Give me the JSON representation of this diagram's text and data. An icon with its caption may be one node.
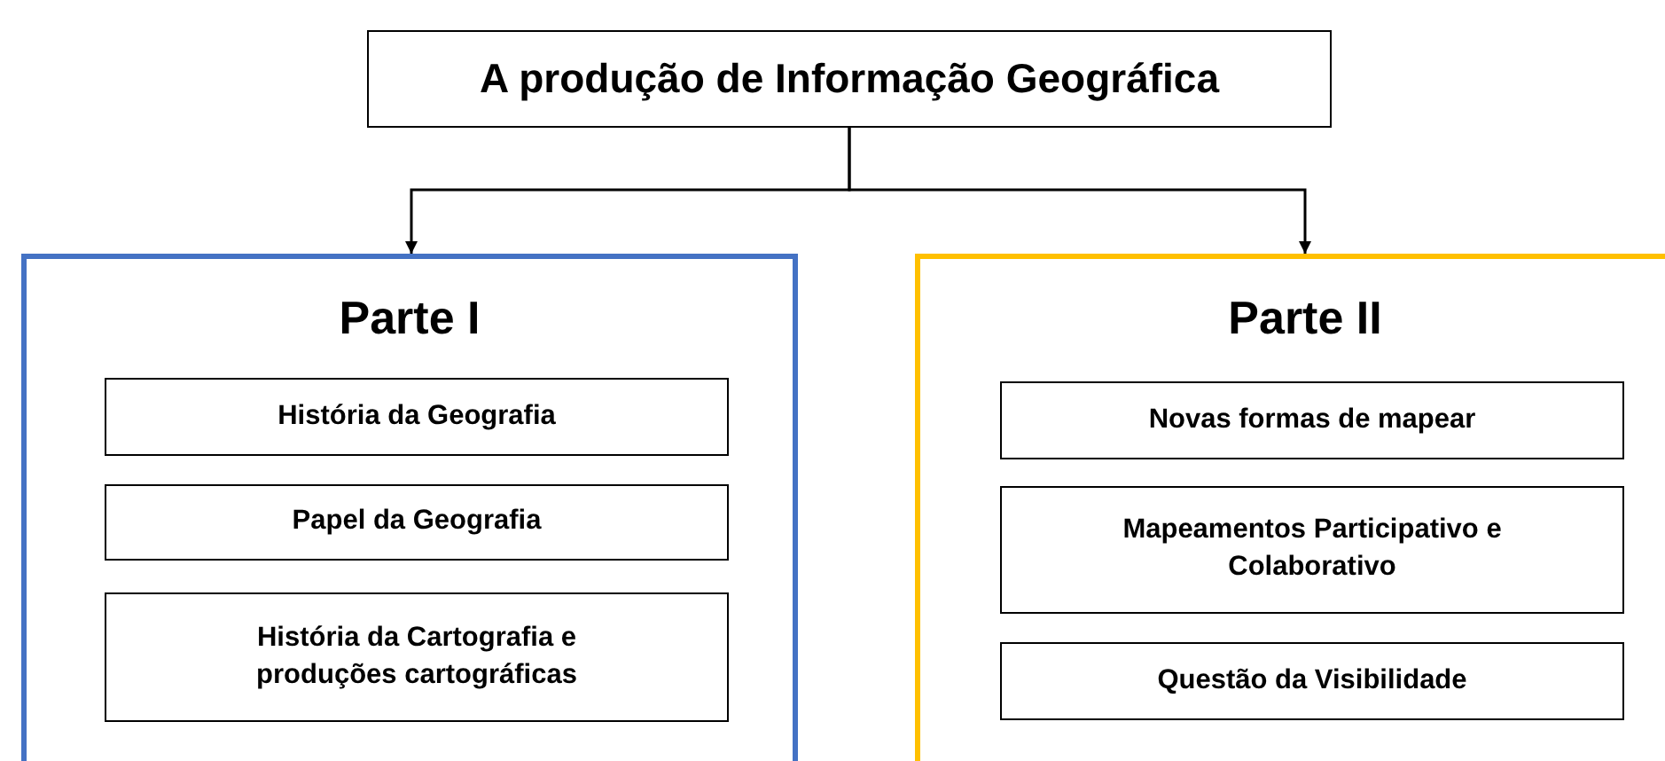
{
  "diagram": {
    "nodes": [
      {
        "text": [
          "A produção de Informação Geográfica"
        ]
      },
      {
        "text": [
          "Parte I"
        ]
      },
      {
        "text": [
          "Parte II"
        ]
      },
      {
        "text": [
          "História da Geografia"
        ],
        "in": 1
      },
      {
        "text": [
          "Papel da Geografia"
        ],
        "in": 1
      },
      {
        "text": [
          "História da Cartografia e produções cartográficas"
        ],
        "in": 1
      },
      {
        "text": [
          "Novas formas de mapear"
        ],
        "in": 2
      },
      {
        "text": [
          "Mapeamentos Participativo e Colaborativo"
        ],
        "in": 2
      },
      {
        "text": [
          "Questão da Visibilidade"
        ],
        "in": 2
      }
    ],
    "edges": [
      {
        "from": 0,
        "to": 1,
        "arrow": "to"
      },
      {
        "from": 0,
        "to": 2,
        "arrow": "to"
      }
    ]
  }
}
